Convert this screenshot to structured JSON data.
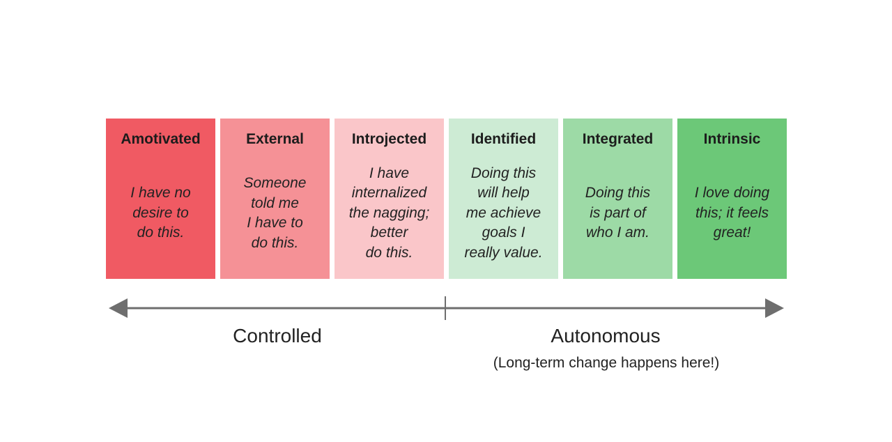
{
  "stages": [
    {
      "title": "Amotivated",
      "description": "I have no\ndesire to\ndo this.",
      "color": "#f05a63"
    },
    {
      "title": "External",
      "description": "Someone\ntold me\nI have to\ndo this.",
      "color": "#f59196"
    },
    {
      "title": "Introjected",
      "description": "I have\ninternalized\nthe nagging;\nbetter\ndo this.",
      "color": "#fac6c9"
    },
    {
      "title": "Identified",
      "description": "Doing this\nwill help\nme achieve\ngoals I\nreally value.",
      "color": "#cdebd4"
    },
    {
      "title": "Integrated",
      "description": "Doing this\nis part of\nwho I am.",
      "color": "#9ddaa6"
    },
    {
      "title": "Intrinsic",
      "description": "I love doing\nthis; it feels\ngreat!",
      "color": "#6cc878"
    }
  ],
  "axis": {
    "left_label": "Controlled",
    "right_label": "Autonomous",
    "right_note": "(Long-term change happens here!)",
    "line_color": "#6e6e6e"
  }
}
